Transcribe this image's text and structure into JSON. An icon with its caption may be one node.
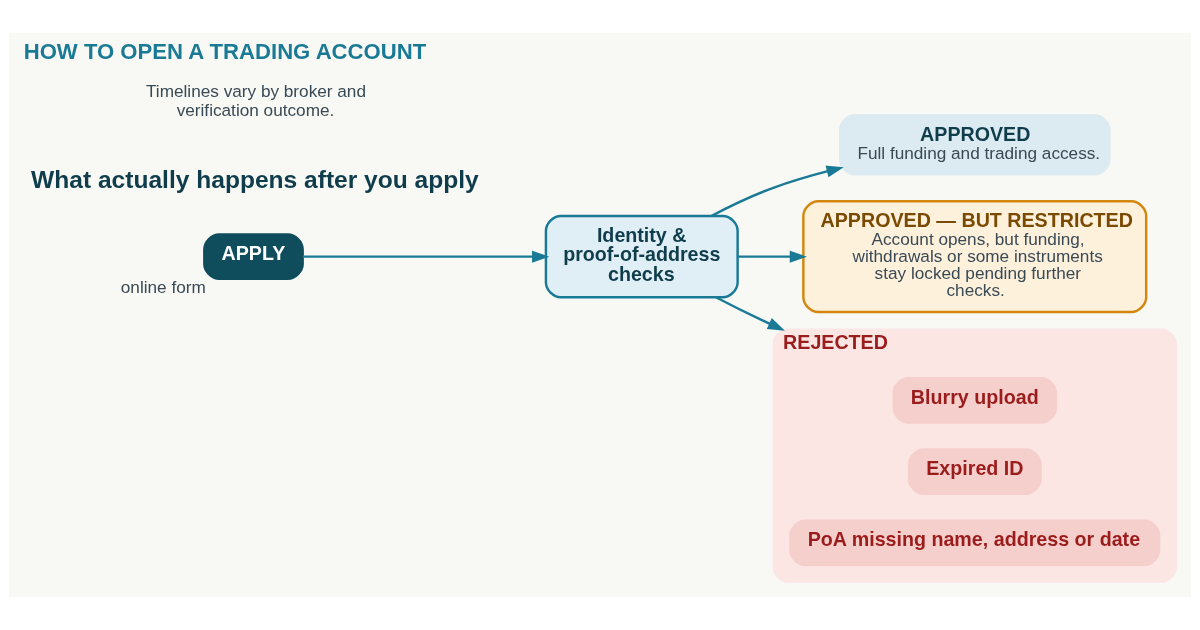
{
  "diagram": {
    "title": "HOW TO OPEN A TRADING ACCOUNT",
    "nodes": [
      {
        "text": [
          "APPLY"
        ],
        "beside": [
          "online form"
        ]
      },
      {
        "text": [
          "Identity & proof-of-address checks"
        ]
      },
      {
        "text": [
          "APPROVED",
          "Full funding and trading access."
        ]
      },
      {
        "text": [
          "APPROVED — BUT RESTRICTED",
          "Account opens, but funding, withdrawals or some instruments stay locked pending further checks."
        ]
      },
      {
        "text": [
          "REJECTED"
        ]
      },
      {
        "text": [
          "Blurry upload"
        ],
        "in": 4
      },
      {
        "text": [
          "Expired ID"
        ],
        "in": 4
      },
      {
        "text": [
          "PoA missing name, address or date"
        ],
        "in": 4
      }
    ],
    "edges": [
      {
        "from": 0,
        "to": 1,
        "arrow": "to"
      },
      {
        "from": 1,
        "to": 2,
        "arrow": "to"
      },
      {
        "from": 1,
        "to": 3,
        "arrow": "to"
      },
      {
        "from": 1,
        "to": 4,
        "arrow": "to"
      }
    ],
    "labels": [
      "What actually happens after you apply",
      "Timelines vary by broker and verification outcome."
    ]
  }
}
